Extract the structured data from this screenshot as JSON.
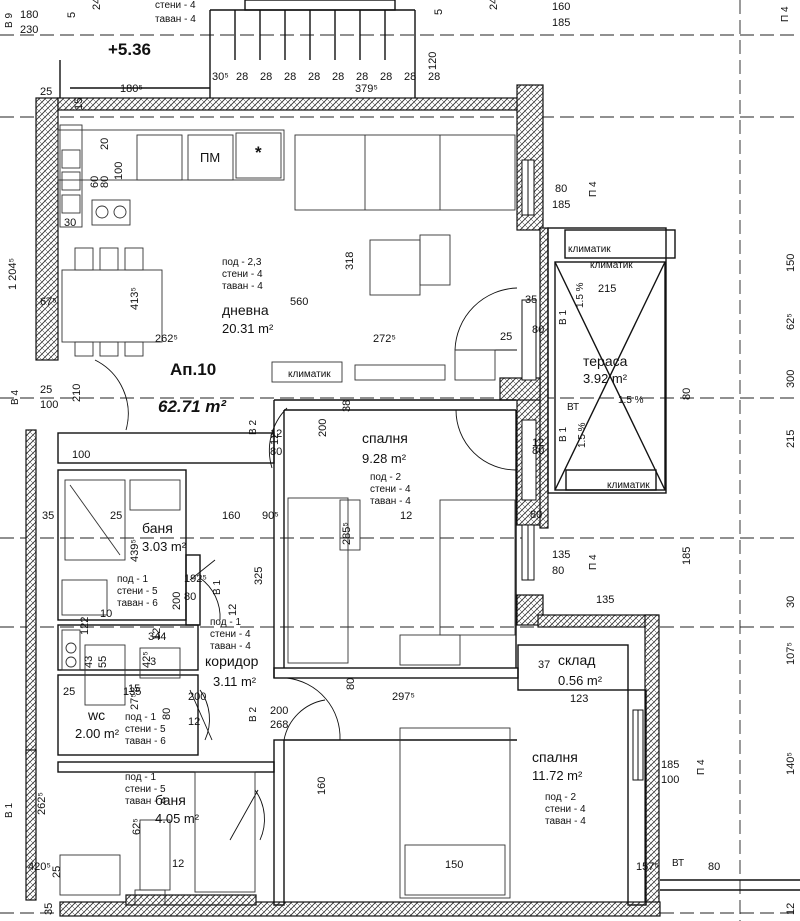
{
  "plan": {
    "apartment_id": "Ап.10",
    "apartment_area": "62.71 m²",
    "elevation": "+5.36",
    "rooms": [
      {
        "name": "дневна",
        "area": "20.31 m²",
        "notes": [
          "под - 2,3",
          "стени - 4",
          "таван - 4"
        ]
      },
      {
        "name": "спалня",
        "area": "9.28 m²",
        "notes": [
          "под - 2",
          "стени - 4",
          "таван - 4"
        ]
      },
      {
        "name": "спалня",
        "area": "11.72 m²",
        "notes": [
          "под - 2",
          "стени - 4",
          "таван - 4"
        ]
      },
      {
        "name": "тераса",
        "area": "3.92 m²"
      },
      {
        "name": "баня",
        "area": "3.03 m²",
        "notes": [
          "под - 1",
          "стени - 5",
          "таван - 6"
        ]
      },
      {
        "name": "коридор",
        "area": "3.11 m²",
        "notes": [
          "под - 1",
          "стени - 4",
          "таван - 4"
        ]
      },
      {
        "name": "склад",
        "area": "0.56 m²"
      },
      {
        "name": "wc",
        "area": "2.00 m²",
        "notes": [
          "под - 1",
          "стени - 5",
          "таван - 6"
        ]
      },
      {
        "name": "баня",
        "area": "4.05 m²",
        "notes": [
          "под - 1",
          "стени - 5",
          "таван - 4"
        ]
      }
    ],
    "top_notes": [
      "стени - 4",
      "таван - 4"
    ],
    "appliances": {
      "pm": "ПМ",
      "star": "*",
      "ac_labels": [
        "климатик",
        "климатик",
        "климатик",
        "климатик"
      ]
    },
    "slopes": [
      "1.5 %",
      "1.5 %",
      "1.5 %"
    ],
    "door_tags": [
      "В 1",
      "В 1",
      "В 2",
      "В 2",
      "В 4",
      "В 9",
      "В 1",
      "В 1"
    ],
    "window_tags": [
      "П 4",
      "П 4",
      "П 4",
      "П 4"
    ],
    "vt": [
      "ВТ",
      "ВТ"
    ],
    "dims": [
      "180",
      "230",
      "5",
      "245",
      "120",
      "5",
      "245",
      "160",
      "185",
      "30⁵",
      "28",
      "28",
      "28",
      "28",
      "28",
      "28",
      "28",
      "28",
      "28",
      "379⁵",
      "25",
      "180⁵",
      "15",
      "20",
      "100",
      "80",
      "60",
      "30",
      "1 204⁵",
      "413⁵",
      "318",
      "560",
      "262⁵",
      "272⁵",
      "25",
      "80",
      "185",
      "35",
      "80",
      "215",
      "150",
      "62⁵",
      "80",
      "300",
      "67⁵",
      "25",
      "100",
      "210",
      "100",
      "38",
      "12",
      "12",
      "80",
      "200",
      "12",
      "80",
      "215",
      "80",
      "35",
      "25",
      "160",
      "90⁵",
      "12",
      "285⁵",
      "325",
      "439⁵",
      "192⁵",
      "80",
      "200",
      "10",
      "122",
      "12",
      "12",
      "344",
      "3",
      "15",
      "135",
      "80",
      "185",
      "135",
      "30",
      "107⁵",
      "43",
      "55",
      "42⁵",
      "37",
      "123",
      "25",
      "135",
      "297⁵",
      "27⁵",
      "80",
      "200",
      "12",
      "80",
      "200",
      "268",
      "160",
      "185",
      "100",
      "140⁵",
      "262⁵",
      "62⁵",
      "12",
      "25",
      "420⁵",
      "35",
      "150",
      "157⁵",
      "80",
      "12"
    ]
  }
}
